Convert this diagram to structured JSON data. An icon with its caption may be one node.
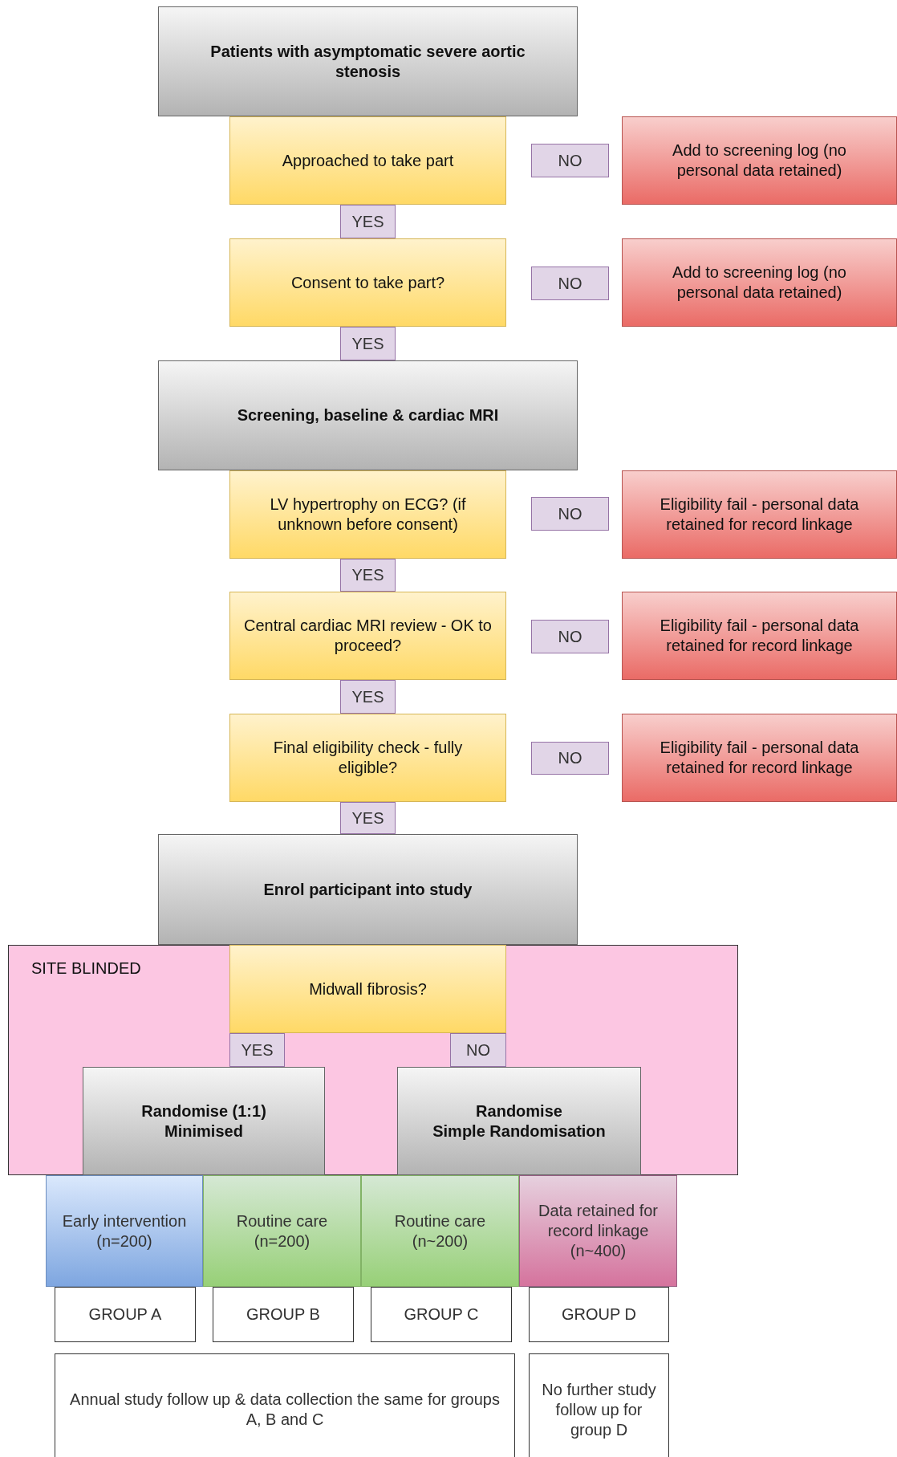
{
  "diagram": {
    "nodes": [
      {
        "text": [
          "Patients with asymptomatic severe aortic stenosis"
        ]
      },
      {
        "text": [
          "Approached to take part"
        ]
      },
      {
        "text": [
          "NO"
        ]
      },
      {
        "text": [
          "Add to screening log (no personal data retained)"
        ]
      },
      {
        "text": [
          "YES"
        ]
      },
      {
        "text": [
          "Consent to take part?"
        ]
      },
      {
        "text": [
          "NO"
        ]
      },
      {
        "text": [
          "Add to screening log (no personal data retained)"
        ]
      },
      {
        "text": [
          "YES"
        ]
      },
      {
        "text": [
          "Screening, baseline & cardiac MRI"
        ]
      },
      {
        "text": [
          "LV hypertrophy on ECG? (if unknown before consent)"
        ]
      },
      {
        "text": [
          "NO"
        ]
      },
      {
        "text": [
          "Eligibility fail - personal data retained for record linkage"
        ]
      },
      {
        "text": [
          "YES"
        ]
      },
      {
        "text": [
          "Central cardiac MRI review - OK to proceed?"
        ]
      },
      {
        "text": [
          "NO"
        ]
      },
      {
        "text": [
          "Eligibility fail - personal data retained for record linkage"
        ]
      },
      {
        "text": [
          "YES"
        ]
      },
      {
        "text": [
          "Final eligibility check - fully eligible?"
        ]
      },
      {
        "text": [
          "NO"
        ]
      },
      {
        "text": [
          "Eligibility fail - personal data retained for record linkage"
        ]
      },
      {
        "text": [
          "YES"
        ]
      },
      {
        "text": [
          "Enrol participant into study"
        ]
      },
      {
        "text": [
          "SITE BLINDED"
        ]
      },
      {
        "text": [
          "Midwall fibrosis?"
        ],
        "in": 23
      },
      {
        "text": [
          "YES"
        ],
        "in": 23
      },
      {
        "text": [
          "NO"
        ],
        "in": 23
      },
      {
        "text": [
          "Randomise (1:1)",
          "Minimised"
        ],
        "in": 23
      },
      {
        "text": [
          "Randomise",
          "Simple Randomisation"
        ],
        "in": 23
      },
      {
        "text": [
          "Early intervention (n=200)"
        ]
      },
      {
        "text": [
          "Routine care (n=200)"
        ]
      },
      {
        "text": [
          "Routine care (n~200)"
        ]
      },
      {
        "text": [
          "Data retained for record linkage (n~400)"
        ]
      },
      {
        "text": [
          "GROUP A"
        ]
      },
      {
        "text": [
          "GROUP B"
        ]
      },
      {
        "text": [
          "GROUP C"
        ]
      },
      {
        "text": [
          "GROUP D"
        ]
      },
      {
        "text": [
          "Annual study follow up & data collection the same for groups A, B and C"
        ]
      },
      {
        "text": [
          "No further study follow up for group D"
        ]
      }
    ]
  }
}
